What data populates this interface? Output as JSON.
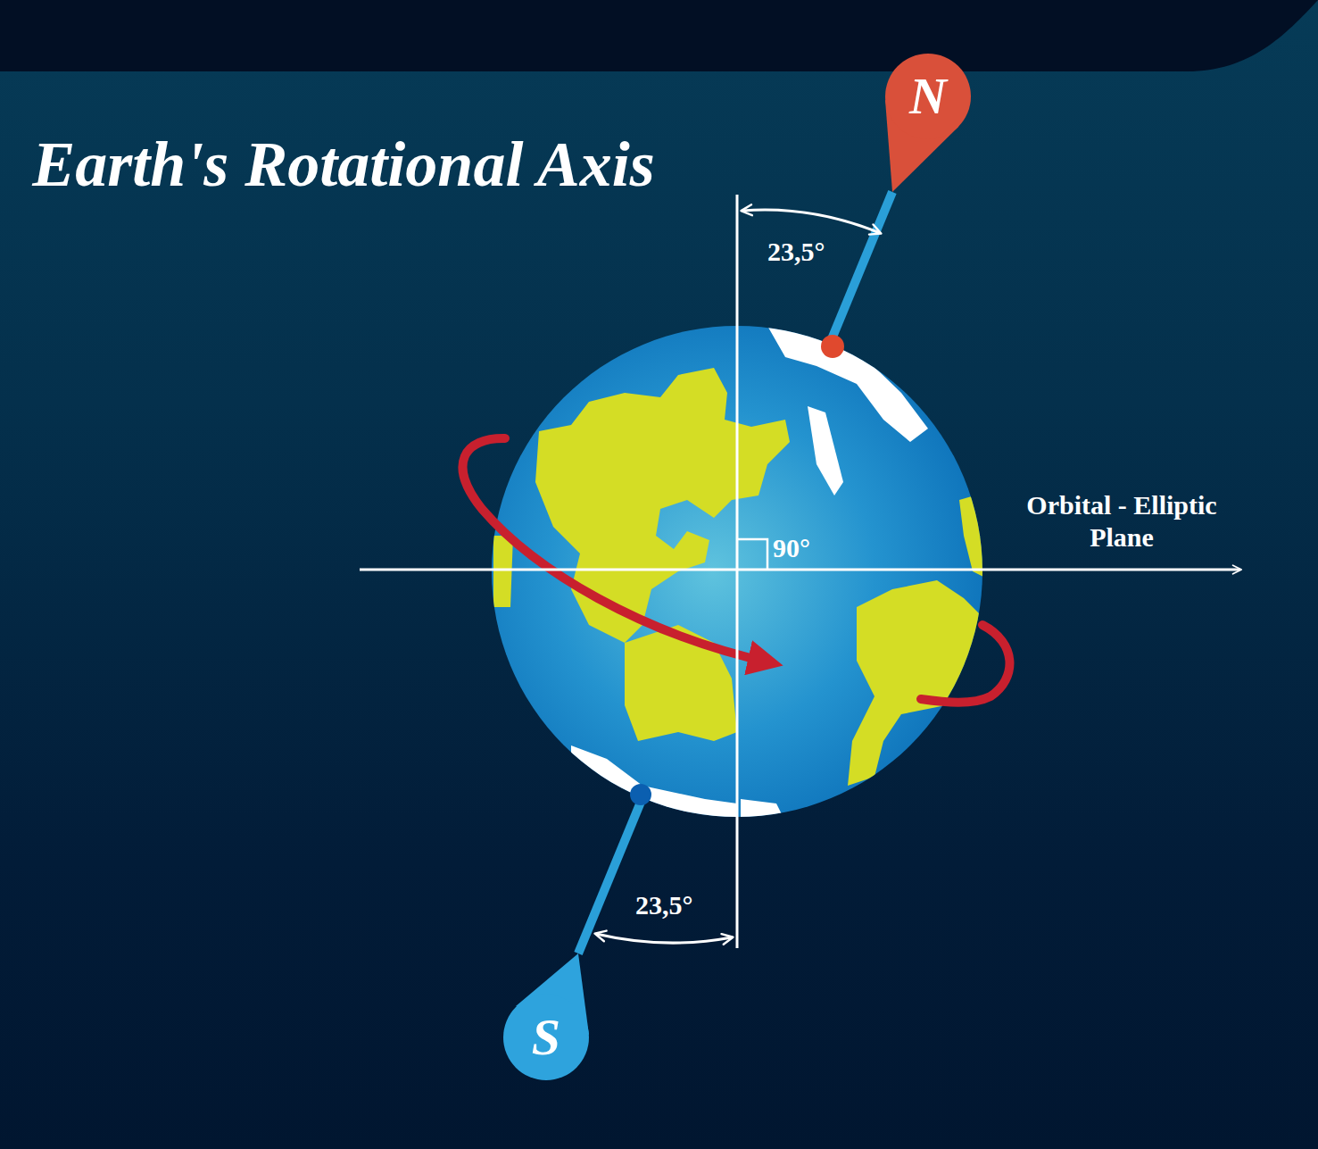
{
  "diagram": {
    "title": "Earth's Rotational Axis",
    "nodes": [
      {
        "text": [
          "N"
        ]
      },
      {
        "text": [
          "S"
        ]
      }
    ],
    "edges": [
      {
        "from": 0,
        "to": 1,
        "arrow": "none"
      }
    ],
    "labels": [
      "23,5°",
      "90°",
      "Orbital - Elliptic Plane",
      "23,5°"
    ]
  }
}
